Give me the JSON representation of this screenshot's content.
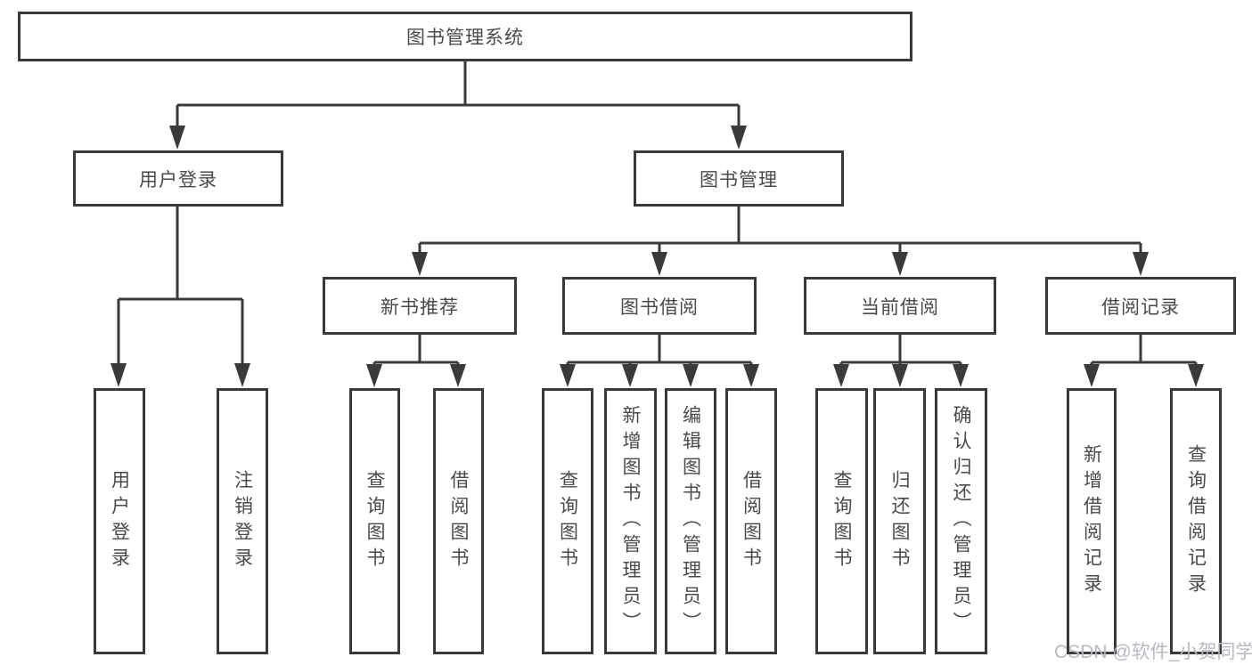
{
  "diagram": {
    "root_label": "图书管理系统",
    "branches": [
      {
        "label": "用户登录",
        "leaves": [
          "用户登录",
          "注销登录"
        ]
      },
      {
        "label": "图书管理",
        "groups": [
          {
            "label": "新书推荐",
            "leaves": [
              "查询图书",
              "借阅图书"
            ]
          },
          {
            "label": "图书借阅",
            "leaves": [
              "查询图书",
              "新增图书（管理员）",
              "编辑图书（管理员）",
              "借阅图书"
            ]
          },
          {
            "label": "当前借阅",
            "leaves": [
              "查询图书",
              "归还图书",
              "确认归还（管理员）"
            ]
          },
          {
            "label": "借阅记录",
            "leaves": [
              "新增借阅记录",
              "查询借阅记录"
            ]
          }
        ]
      }
    ]
  },
  "watermark": {
    "text": "CSDN @软件_小贺同学"
  },
  "colors": {
    "line": "#3a3a3a",
    "text": "#4a4a4a",
    "box_background": "#ffffff",
    "page_background": "#ffffff",
    "watermark": "#b6bac1"
  }
}
